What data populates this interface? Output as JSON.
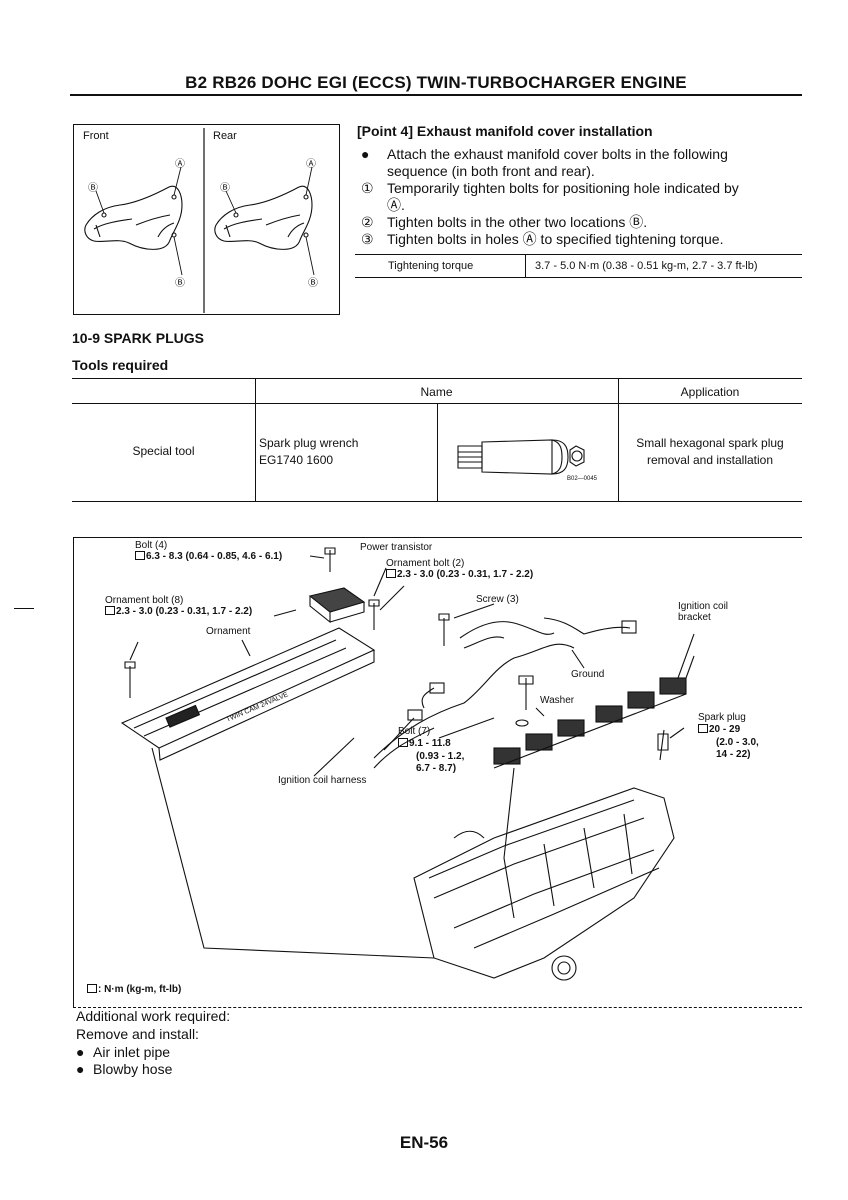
{
  "header": {
    "title": "B2 RB26 DOHC EGI (ECCS) TWIN-TURBOCHARGER ENGINE"
  },
  "figure1": {
    "front_label": "Front",
    "rear_label": "Rear",
    "mark_a": "Ⓐ",
    "mark_b": "Ⓑ"
  },
  "point4": {
    "heading": "[Point 4] Exhaust manifold cover installation",
    "bullet": "●",
    "intro_line1": "Attach the exhaust manifold cover bolts in the following",
    "intro_line2": "sequence (in both front and rear).",
    "step1_num": "①",
    "step1_line1": "Temporarily tighten bolts for positioning hole indicated by",
    "step1_line2": "Ⓐ.",
    "step2_num": "②",
    "step2": "Tighten bolts in the other two locations Ⓑ.",
    "step3_num": "③",
    "step3": "Tighten bolts in holes Ⓐ to specified tightening torque.",
    "torque_label": "Tightening torque",
    "torque_value": "3.7 - 5.0 N·m (0.38 - 0.51 kg-m, 2.7 - 3.7 ft-lb)"
  },
  "section": {
    "title": "10-9 SPARK PLUGS",
    "tools_heading": "Tools required"
  },
  "tools_table": {
    "col_name": "Name",
    "col_application": "Application",
    "row_type": "Special tool",
    "tool_name_line1": "Spark plug wrench",
    "tool_name_line2": "EG1740 1600",
    "figure_code": "B02—0045",
    "application_line1": "Small hexagonal spark plug",
    "application_line2": "removal and installation"
  },
  "diagram": {
    "bolt4_label": "Bolt (4)",
    "bolt4_torque": "6.3 - 8.3 (0.64 - 0.85, 4.6 - 6.1)",
    "power_transistor": "Power transistor",
    "ornament_bolt2": "Ornament bolt (2)",
    "ornament_bolt2_torque": "2.3 - 3.0 (0.23 - 0.31, 1.7 - 2.2)",
    "ornament_bolt8": "Ornament bolt (8)",
    "ornament_bolt8_torque": "2.3 - 3.0 (0.23 - 0.31, 1.7 - 2.2)",
    "ornament": "Ornament",
    "screw3": "Screw (3)",
    "ignition_coil_bracket_1": "Ignition coil",
    "ignition_coil_bracket_2": "bracket",
    "ground": "Ground",
    "washer": "Washer",
    "spark_plug": "Spark plug",
    "spark_plug_torque_1": "20 - 29",
    "spark_plug_torque_2": "(2.0 - 3.0,",
    "spark_plug_torque_3": "14 - 22)",
    "bolt7": "Bolt (7)",
    "bolt7_torque_1": "9.1 - 11.8",
    "bolt7_torque_2": "(0.93 - 1.2,",
    "bolt7_torque_3": "6.7 - 8.7)",
    "harness": "Ignition coil harness",
    "legend": ": N·m (kg-m, ft-lb)",
    "cover_text": "TWIN CAM 24VALVE"
  },
  "additional": {
    "line1": "Additional work required:",
    "line2": "Remove and install:",
    "bullet": "●",
    "item1": "Air inlet pipe",
    "item2": "Blowby hose"
  },
  "footer": {
    "page_number": "EN-56"
  }
}
